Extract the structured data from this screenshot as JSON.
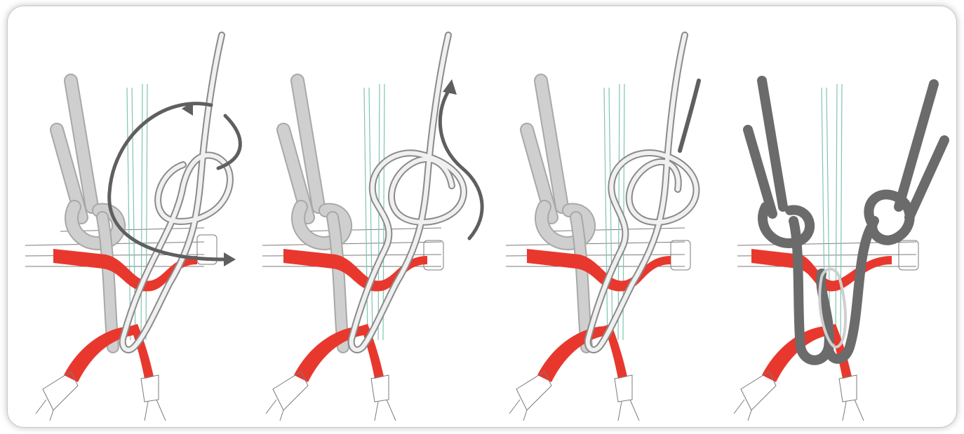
{
  "figure": {
    "panels": [
      {
        "id": 1,
        "arrow_count": 2
      },
      {
        "id": 2,
        "arrow_count": 1
      },
      {
        "id": 3,
        "arrow_count": 0
      },
      {
        "id": 4,
        "arrow_count": 0
      }
    ]
  },
  "colors": {
    "frame_border": "#c9c9c9",
    "webbing_red": "#e8382e",
    "rope_light": "#cfcfcf",
    "rope_light_outline": "#a8a8a8",
    "working_rope_fill": "#f0f0f0",
    "working_rope_outline": "#8a8a8a",
    "arrow_dark": "#5f5f5f",
    "rope_dark": "#6b6b6b",
    "harness_line": "#7b7b7b",
    "leg_loop_line": "#7fc4b4"
  }
}
